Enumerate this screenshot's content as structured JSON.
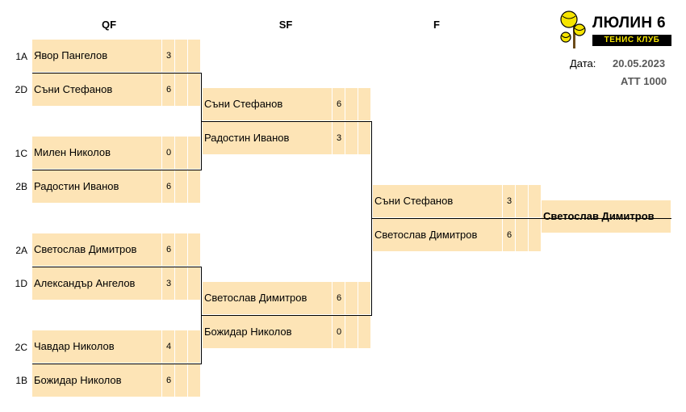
{
  "logo": {
    "title": "ЛЮЛИН 6",
    "subtitle": "ТЕНИС КЛУБ",
    "mark": "tennis-tree-logo",
    "mark_color": "#f6e500"
  },
  "info": {
    "date_label": "Дата:",
    "date_value": "20.05.2023",
    "category": "АТТ 1000"
  },
  "rounds": {
    "qf": "QF",
    "sf": "SF",
    "f": "F"
  },
  "qf": [
    {
      "seed": "1A",
      "name": "Явор Пангелов",
      "score": "3"
    },
    {
      "seed": "2D",
      "name": "Съни Стефанов",
      "score": "6"
    },
    {
      "seed": "1C",
      "name": "Милен Николов",
      "score": "0"
    },
    {
      "seed": "2B",
      "name": "Радостин Иванов",
      "score": "6"
    },
    {
      "seed": "2A",
      "name": "Светослав Димитров",
      "score": "6"
    },
    {
      "seed": "1D",
      "name": "Александър Ангелов",
      "score": "3"
    },
    {
      "seed": "2C",
      "name": "Чавдар Николов",
      "score": "4"
    },
    {
      "seed": "1B",
      "name": "Божидар Николов",
      "score": "6"
    }
  ],
  "sf": [
    {
      "name": "Съни Стефанов",
      "score": "6"
    },
    {
      "name": "Радостин Иванов",
      "score": "3"
    },
    {
      "name": "Светослав Димитров",
      "score": "6"
    },
    {
      "name": "Божидар Николов",
      "score": "0"
    }
  ],
  "final": [
    {
      "name": "Съни Стефанов",
      "score": "3"
    },
    {
      "name": "Светослав Димитров",
      "score": "6"
    }
  ],
  "champion": {
    "name": "Светослав Димитров"
  },
  "colors": {
    "cell_bg": "#fde4b6",
    "line": "#000000"
  }
}
